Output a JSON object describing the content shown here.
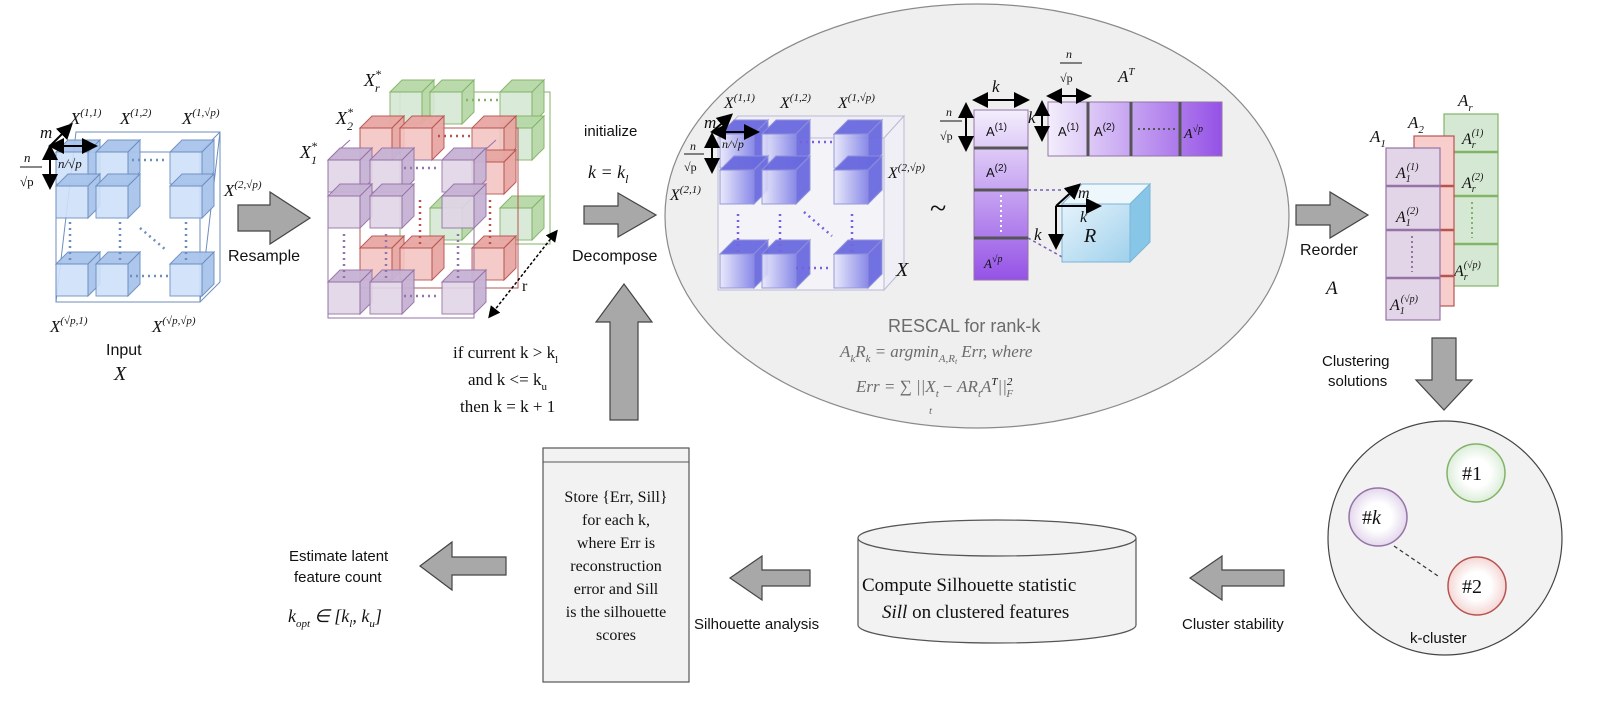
{
  "input": {
    "caption": "Input",
    "symbol": "X",
    "labels": {
      "m": "m",
      "n_over_sqrt_p": "n/√p",
      "n": "n",
      "sqrt_p": "√p",
      "x11": "X",
      "x11_sup": "(1,1)",
      "x12": "X",
      "x12_sup": "(1,2)",
      "x1p": "X",
      "x1p_sup": "(1,√p)",
      "x2p": "X",
      "x2p_sup": "(2,√p)",
      "xp1": "X",
      "xp1_sup": "(√p,1)",
      "xpp": "X",
      "xpp_sup": "(√p,√p)"
    }
  },
  "arrows": {
    "resample": "Resample",
    "initialize": "initialize",
    "k_init": "k = k",
    "k_init_sub": "l",
    "decompose": "Decompose",
    "reorder": "Reorder",
    "reorder_sym": "A",
    "clustering_1": "Clustering",
    "clustering_2": "solutions",
    "cluster_stability": "Cluster stability",
    "silhouette_analysis": "Silhouette analysis"
  },
  "resample": {
    "xr": "X",
    "xr_sub": "r",
    "x2": "X",
    "x2_sub": "2",
    "x1": "X",
    "x1_sub": "1",
    "star": "*",
    "r": "r"
  },
  "loop": {
    "line1": "if current k > k",
    "line1_sub": "l",
    "line2": "and k <= k",
    "line2_sub": "u",
    "line3": "then k = k + 1"
  },
  "rescal": {
    "title": "RESCAL for rank-k",
    "formula1": "A",
    "formula1_rest": "R",
    "formula1_eq": "= argmin",
    "formula1_tail": "Err, where",
    "formula2": "Err = ∑ ||X",
    "formula2_t": "t",
    "formula2_rest": "− AR",
    "formula2_tail": "A",
    "formula2_end": "||",
    "tilde": "~",
    "X": "X",
    "R": "R",
    "k": "k",
    "m": "m",
    "AT": "A",
    "AT_sup": "T",
    "x11_sup": "(1,1)",
    "x12_sup": "(1,2)",
    "x1p_sup": "(1,√p)",
    "x2p_sup": "(2,√p)",
    "x21_sup": "(2,1)",
    "a1": "A",
    "a1_sup": "(1)",
    "a2_sup": "(2)",
    "ap_sup": "√p"
  },
  "reorder_stack": {
    "A1": "A",
    "A2": "A",
    "Ar": "A",
    "sub1": "1",
    "sub2": "2",
    "subr": "r",
    "e1": "(1)",
    "e2": "(2)",
    "ep": "(√p)"
  },
  "clusters": {
    "c1": "#1",
    "c2": "#2",
    "ck": "#k",
    "caption": "k-cluster"
  },
  "silhouette": {
    "line1": "Compute Silhouette statistic",
    "line2": "Sill on clustered features"
  },
  "store": {
    "lines": [
      "Store {Err, Sill}",
      "for each k,",
      "where Err is",
      "reconstruction",
      "error and Sill",
      "is the silhouette",
      "scores"
    ]
  },
  "estimate": {
    "line1": "Estimate latent",
    "line2": "feature count",
    "formula": "k",
    "formula_sub": "opt",
    "formula_rest": "∈ [k",
    "formula_end": ", k",
    "formula_close": "]"
  },
  "colors": {
    "blue_cube": "#cfe2fa",
    "blue_edge": "#6c8ebf",
    "red_cube": "#f3c6c3",
    "red_edge": "#b85450",
    "green_cube": "#d5e8d4",
    "green_edge": "#82b366",
    "purple_cube": "#e1d5e7",
    "purple_edge": "#9673a6",
    "arrow_grey": "#a8a8a8",
    "ellipse_fill": "#efefef",
    "violet": "#8c4fe0"
  }
}
